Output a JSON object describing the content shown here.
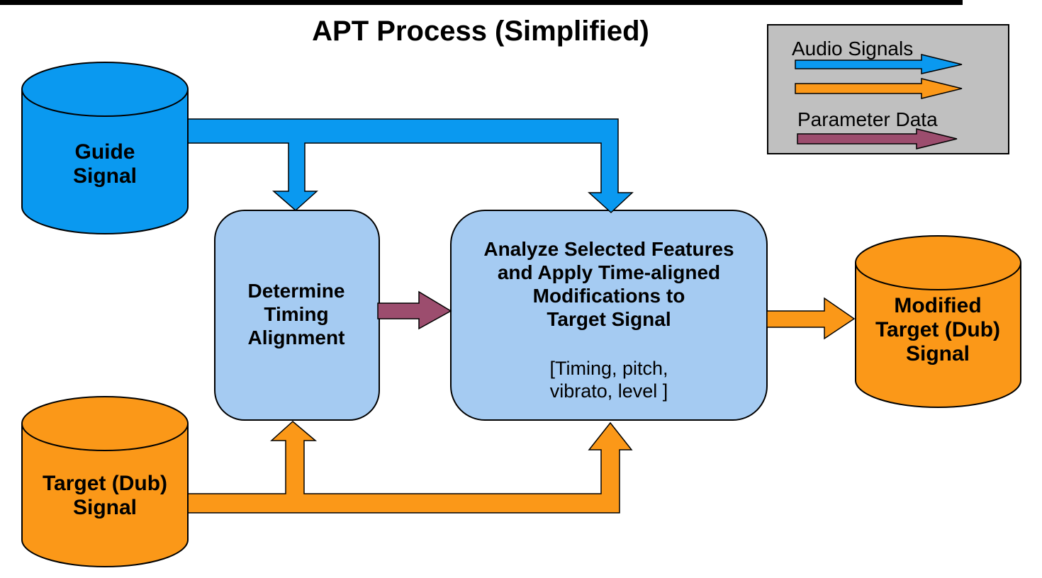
{
  "title": "APT Process (Simplified)",
  "colors": {
    "audio_blue": "#0A99F0",
    "audio_orange": "#FB9818",
    "parameter_purple": "#9C4D6E",
    "process_box_fill": "#A5CBF2",
    "legend_bg": "#C0C0C0",
    "outline": "#000000"
  },
  "legend": {
    "audio_label": "Audio Signals",
    "parameter_label": "Parameter Data"
  },
  "nodes": {
    "guide": {
      "line1": "Guide",
      "line2": "Signal"
    },
    "target": {
      "line1": "Target (Dub)",
      "line2": "Signal"
    },
    "modified": {
      "line1": "Modified",
      "line2": "Target (Dub)",
      "line3": "Signal"
    },
    "determine": {
      "line1": "Determine",
      "line2": "Timing",
      "line3": "Alignment"
    },
    "analyze": {
      "line1": "Analyze Selected Features",
      "line2": "and Apply Time-aligned",
      "line3": "Modifications to",
      "line4": "Target Signal",
      "line5": "[Timing, pitch,",
      "line6": "vibrato, level ]"
    }
  }
}
